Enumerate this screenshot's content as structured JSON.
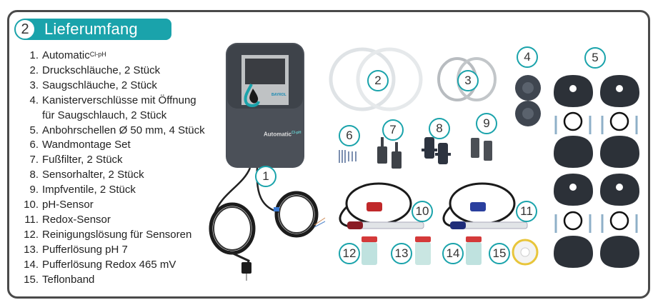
{
  "section": {
    "number": "2",
    "title": "Lieferumfang"
  },
  "items": [
    {
      "num": "1.",
      "text": "Automatic",
      "sup": "Cl-pH"
    },
    {
      "num": "2.",
      "text": "Druckschläuche, 2 Stück"
    },
    {
      "num": "3.",
      "text": "Saugschläuche, 2 Stück"
    },
    {
      "num": "4.",
      "text": "Kanisterverschlüsse mit Öffnung"
    },
    {
      "num": "",
      "text": "für Saugschlauch, 2 Stück"
    },
    {
      "num": "5.",
      "text": "Anbohrschellen Ø 50 mm, 4 Stück"
    },
    {
      "num": "6.",
      "text": "Wandmontage Set"
    },
    {
      "num": "7.",
      "text": "Fußfilter, 2 Stück"
    },
    {
      "num": "8.",
      "text": "Sensorhalter, 2 Stück"
    },
    {
      "num": "9.",
      "text": "Impfventile, 2 Stück"
    },
    {
      "num": "10.",
      "text": "pH-Sensor"
    },
    {
      "num": "11.",
      "text": "Redox-Sensor"
    },
    {
      "num": "12.",
      "text": "Reinigungslösung für Sensoren"
    },
    {
      "num": "13.",
      "text": "Pufferlösung pH 7"
    },
    {
      "num": "14.",
      "text": "Pufferlösung Redox 465 mV"
    },
    {
      "num": "15.",
      "text": "Teflonband"
    }
  ],
  "callouts": [
    "1",
    "2",
    "3",
    "4",
    "5",
    "6",
    "7",
    "8",
    "9",
    "10",
    "11",
    "12",
    "13",
    "14",
    "15"
  ],
  "device": {
    "label": "Automatic",
    "label_sup": "Cl-pH",
    "brand": "BAYROL"
  },
  "colors": {
    "accent": "#1aa3ab",
    "frame": "#4a4a4a",
    "device_body": "#4b5058",
    "ph_red": "#c0282a",
    "redox_blue": "#2a3f9e",
    "tape_yellow": "#e8c53a"
  }
}
